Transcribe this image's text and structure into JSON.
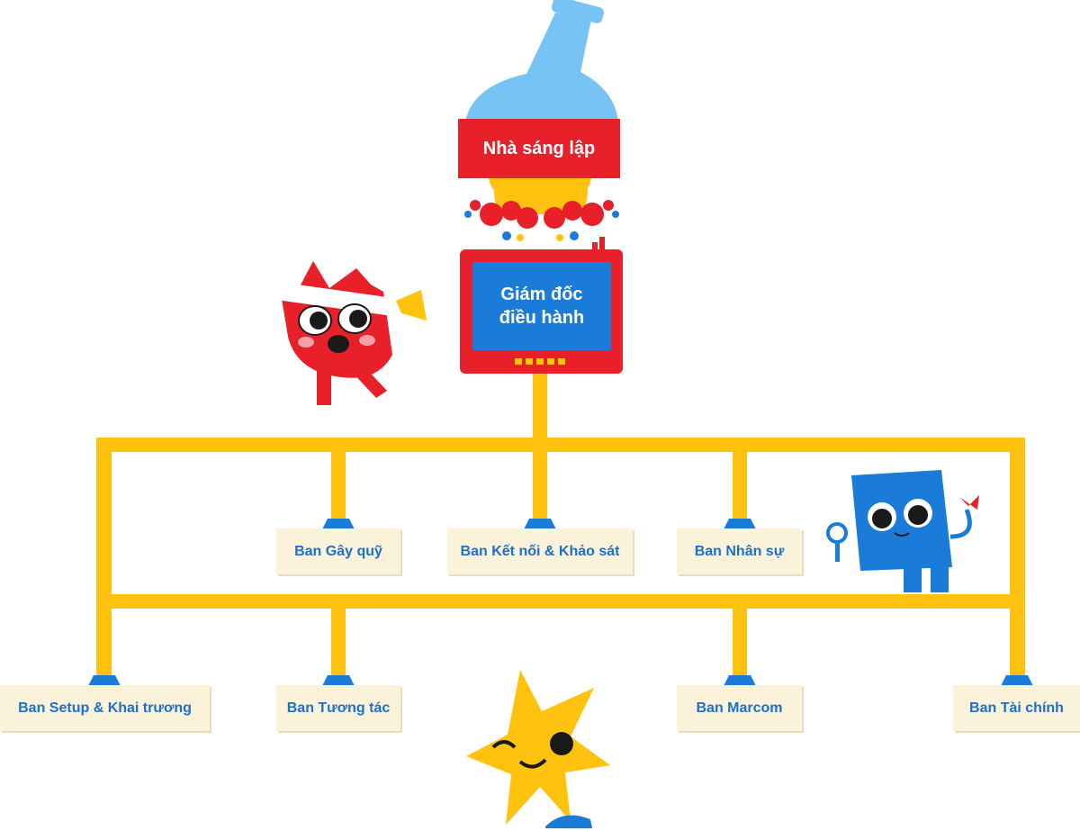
{
  "org_chart": {
    "founder": {
      "label": "Nhà sáng lập"
    },
    "ceo": {
      "label": "Giám đốc\nđiều hành"
    },
    "row1": [
      {
        "label": "Ban Gây quỹ"
      },
      {
        "label": "Ban Kết nối & Khảo sát"
      },
      {
        "label": "Ban Nhân sự"
      }
    ],
    "row2": [
      {
        "label": "Ban Setup & Khai trương"
      },
      {
        "label": "Ban Tương tác"
      },
      {
        "label": "Ban Marcom"
      },
      {
        "label": "Ban Tài chính"
      }
    ]
  },
  "colors": {
    "pipe": "#FFC20E",
    "red": "#E8202A",
    "blue": "#1B7BD8",
    "box_bg": "#FBF3D9",
    "box_text": "#1B6FCF",
    "flask": "#78C3F5"
  },
  "mascots": [
    "red-cat-mascot",
    "blue-book-mascot",
    "yellow-star-mascot"
  ]
}
